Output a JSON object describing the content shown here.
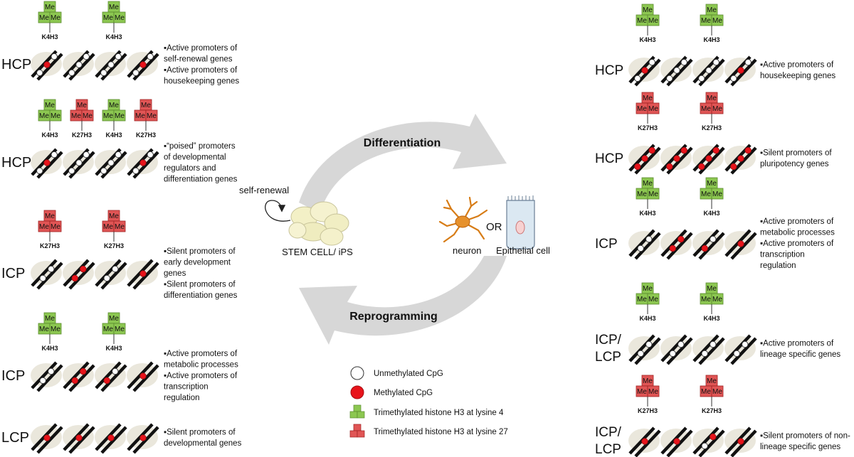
{
  "center": {
    "arrow_top_label": "Differentiation",
    "arrow_bottom_label": "Reprogramming",
    "self_renewal_label": "self-renewal",
    "stem_cell_label": "STEM CELL/ iPS",
    "neuron_label": "neuron",
    "or_label": "OR",
    "epithelial_label": "Epithelial cell"
  },
  "mark_text": {
    "me": "Me",
    "k4": "K4H3",
    "k27": "K27H3"
  },
  "colors": {
    "k4": "#8cc751",
    "k4_dark": "#5a8a2e",
    "k27": "#e05555",
    "k27_dark": "#9e2222",
    "methyl": "#e8141b",
    "nucleosome": "#eae7dc",
    "arrow": "#d5d5d5"
  },
  "legend": [
    {
      "kind": "unmethylated",
      "label": "Unmethylated CpG"
    },
    {
      "kind": "methylated",
      "label": "Methylated CpG"
    },
    {
      "kind": "k4",
      "label": "Trimethylated histone H3 at lysine 4"
    },
    {
      "kind": "k27",
      "label": "Trimethylated histone H3 at lysine 27"
    }
  ],
  "left_panels": [
    {
      "class": "HCP",
      "marks": [
        "k4",
        "k4"
      ],
      "desc": [
        "▪Active promoters of",
        "self-renewal genes",
        "▪Active promoters of",
        "housekeeping genes"
      ],
      "dots": [
        [
          "u",
          "m",
          "u"
        ],
        [
          "u",
          "u",
          "u"
        ],
        [
          "u",
          "u",
          "u"
        ],
        [
          "u",
          "m",
          "u"
        ]
      ]
    },
    {
      "class": "HCP",
      "marks": [
        "k4",
        "k27",
        "k4",
        "k27"
      ],
      "desc": [
        "▪“poised” promoters",
        "of developmental",
        "regulators and",
        "differentiation genes"
      ],
      "dots": [
        [
          "u",
          "m",
          "u"
        ],
        [
          "u",
          "u",
          "u"
        ],
        [
          "u",
          "u",
          "u"
        ],
        [
          "u",
          "m",
          "u"
        ]
      ]
    },
    {
      "class": "ICP",
      "marks": [
        "k27",
        "k27"
      ],
      "desc": [
        "▪Silent promoters of",
        "early development",
        "genes",
        "▪Silent promoters of",
        "differentiation genes"
      ],
      "dots": [
        [
          "u",
          "u"
        ],
        [
          "m",
          "m"
        ],
        [
          "u",
          "u"
        ],
        [
          "m"
        ]
      ]
    },
    {
      "class": "ICP",
      "marks": [
        "k4",
        "k4"
      ],
      "desc": [
        "▪Active promoters of",
        "metabolic processes",
        "▪Active promoters of",
        "transcription",
        "regulation"
      ],
      "dots": [
        [
          "u",
          "u"
        ],
        [
          "m",
          "m"
        ],
        [
          "m",
          "u"
        ],
        [
          "m"
        ]
      ]
    },
    {
      "class": "LCP",
      "marks": [],
      "desc": [
        "▪Silent promoters of",
        "developmental genes"
      ],
      "dots": [
        [
          "m"
        ],
        [
          "m"
        ],
        [
          "m"
        ],
        [
          "m"
        ]
      ]
    }
  ],
  "right_panels": [
    {
      "class": "HCP",
      "marks": [
        "k4",
        "k4"
      ],
      "desc": [
        "▪Active promoters of",
        "housekeeping genes"
      ],
      "dots": [
        [
          "u",
          "m",
          "u"
        ],
        [
          "u",
          "u",
          "u"
        ],
        [
          "u",
          "u",
          "u"
        ],
        [
          "u",
          "m",
          "u"
        ]
      ]
    },
    {
      "class": "HCP",
      "marks": [
        "k27",
        "k27"
      ],
      "desc": [
        "▪Silent promoters of",
        "pluripotency genes"
      ],
      "dots": [
        [
          "m",
          "m",
          "m"
        ],
        [
          "m",
          "m",
          "m"
        ],
        [
          "m",
          "m",
          "m"
        ],
        [
          "m",
          "m",
          "m"
        ]
      ]
    },
    {
      "class": "ICP",
      "marks": [
        "k4",
        "k4"
      ],
      "desc": [
        "▪Active promoters of",
        "metabolic processes",
        "▪Active promoters of",
        "transcription",
        "regulation"
      ],
      "dots": [
        [
          "u",
          "u"
        ],
        [
          "m",
          "m"
        ],
        [
          "m",
          "u"
        ],
        [
          "m"
        ]
      ]
    },
    {
      "class": "ICP/ LCP",
      "marks": [
        "k4",
        "k4"
      ],
      "desc": [
        "▪Active promoters of",
        "lineage specific genes"
      ],
      "dots": [
        [
          "u",
          "u"
        ],
        [
          "u",
          "u"
        ],
        [
          "u",
          "u"
        ],
        [
          "u",
          "u"
        ]
      ]
    },
    {
      "class": "ICP/ LCP",
      "marks": [
        "k27",
        "k27"
      ],
      "desc": [
        "▪Silent promoters of non-",
        "lineage specific genes"
      ],
      "dots": [
        [
          "m"
        ],
        [
          "m"
        ],
        [
          "u",
          "m"
        ],
        [
          "m"
        ]
      ]
    }
  ]
}
